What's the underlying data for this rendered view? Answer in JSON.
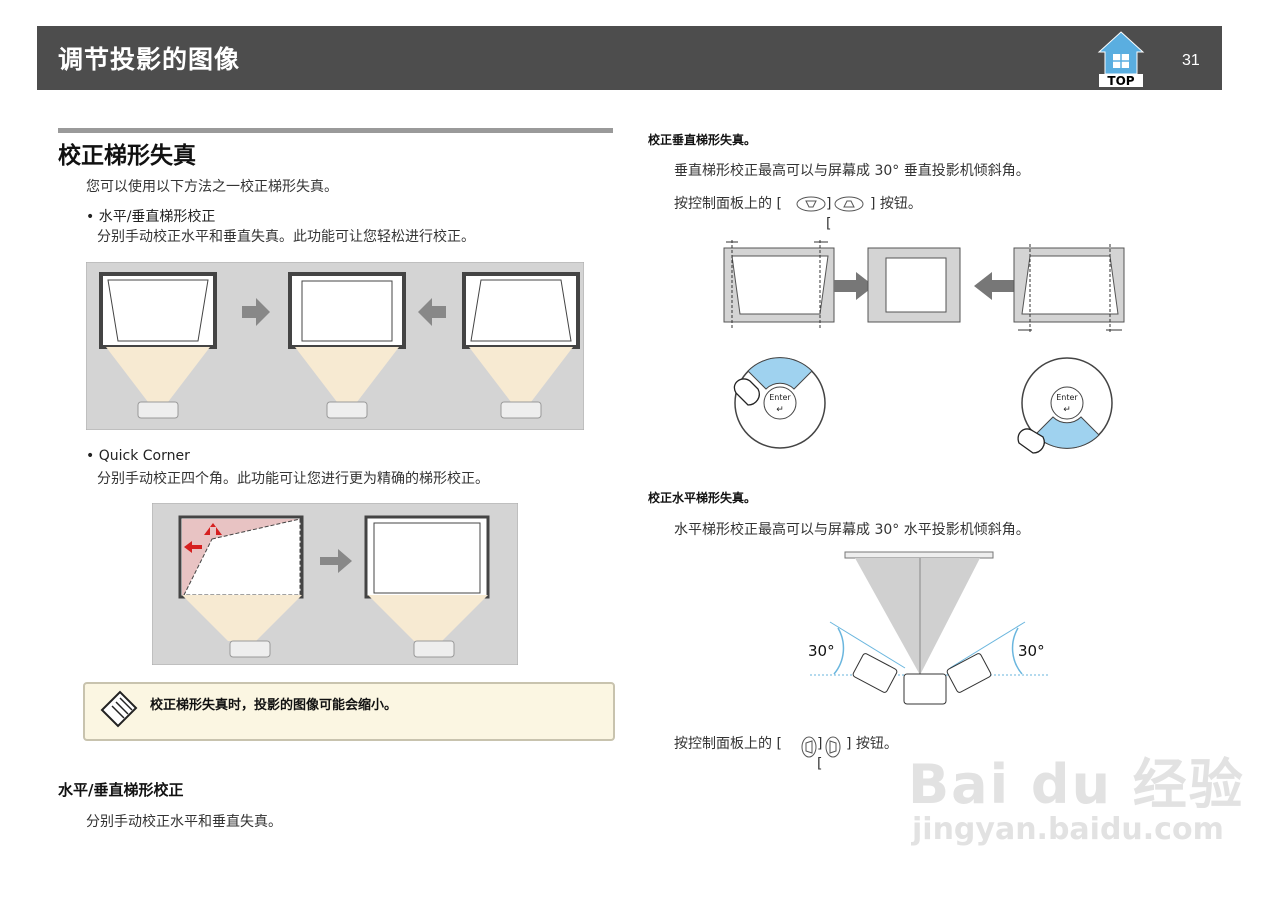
{
  "header": {
    "title": "调节投影的图像",
    "top_label": "TOP",
    "page_number": "31"
  },
  "left": {
    "section_title": "校正梯形失真",
    "intro": "您可以使用以下方法之一校正梯形失真。",
    "bullet1_title": "• 水平/垂直梯形校正",
    "bullet1_desc": "分别手动校正水平和垂直失真。此功能可让您轻松进行校正。",
    "bullet2_title": "• Quick  Corner",
    "bullet2_desc": "分别手动校正四个角。此功能可让您进行更为精确的梯形校正。",
    "note": "校正梯形失真时，投影的图像可能会缩小。",
    "sub_title": "水平/垂直梯形校正",
    "sub_desc": "分别手动校正水平和垂直失真。"
  },
  "right": {
    "vertical_title": "校正垂直梯形失真。",
    "vertical_desc": "垂直梯形校正最高可以与屏幕成  30°  垂直投影机倾斜角。",
    "vertical_button_prefix": "按控制面板上的 [",
    "vertical_button_suffix": "] 按钮。",
    "enter_label": "Enter",
    "horizontal_title": "校正水平梯形失真。",
    "horizontal_desc": "水平梯形校正最高可以与屏幕成  30°  水平投影机倾斜角。",
    "angle_left": "30°",
    "angle_right": "30°",
    "horizontal_button_prefix": "按控制面板上的 [",
    "horizontal_button_suffix": "] 按钮。"
  },
  "watermark": {
    "brand": "Bai du 经验",
    "url": "jingyan.baidu.com"
  }
}
